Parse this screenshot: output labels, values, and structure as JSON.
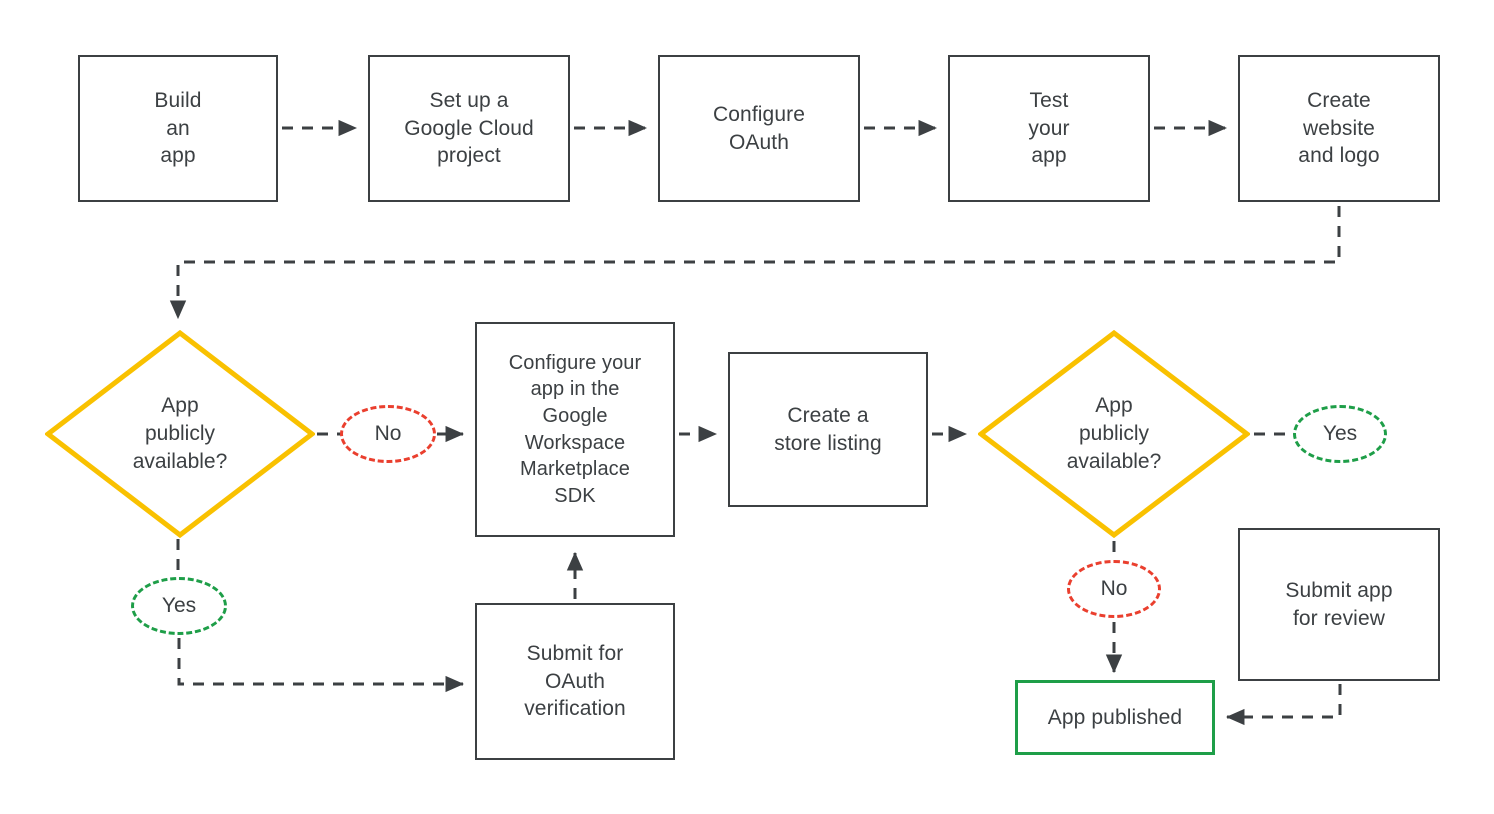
{
  "diagram": {
    "title": "Google Workspace Marketplace app publishing flow",
    "type": "flowchart",
    "colors": {
      "stroke_dark": "#3c4043",
      "decision_yellow": "#f9c100",
      "yes_green": "#1e9e48",
      "no_red": "#ea3f2e",
      "published_green": "#1e9e48",
      "background": "#ffffff"
    }
  },
  "nodes": {
    "build_app": {
      "label": "Build\nan\napp",
      "shape": "rectangle"
    },
    "gcp_project": {
      "label": "Set up a\nGoogle Cloud\nproject",
      "shape": "rectangle"
    },
    "configure_oauth": {
      "label": "Configure\nOAuth",
      "shape": "rectangle"
    },
    "test_app": {
      "label": "Test\nyour\napp",
      "shape": "rectangle"
    },
    "create_website": {
      "label": "Create\nwebsite\nand logo",
      "shape": "rectangle"
    },
    "decision_left": {
      "label": "App\npublicly\navailable?",
      "shape": "diamond"
    },
    "configure_sdk": {
      "label": "Configure your\napp in the\nGoogle\nWorkspace\nMarketplace\nSDK",
      "shape": "rectangle"
    },
    "store_listing": {
      "label": "Create a\nstore listing",
      "shape": "rectangle"
    },
    "decision_right": {
      "label": "App\npublicly\navailable?",
      "shape": "diamond"
    },
    "oauth_verification": {
      "label": "Submit for\nOAuth\nverification",
      "shape": "rectangle"
    },
    "submit_review": {
      "label": "Submit app\nfor review",
      "shape": "rectangle"
    },
    "app_published": {
      "label": "App published",
      "shape": "rectangle",
      "accent": "green"
    }
  },
  "edge_labels": {
    "left_no": "No",
    "left_yes": "Yes",
    "right_yes": "Yes",
    "right_no": "No"
  }
}
